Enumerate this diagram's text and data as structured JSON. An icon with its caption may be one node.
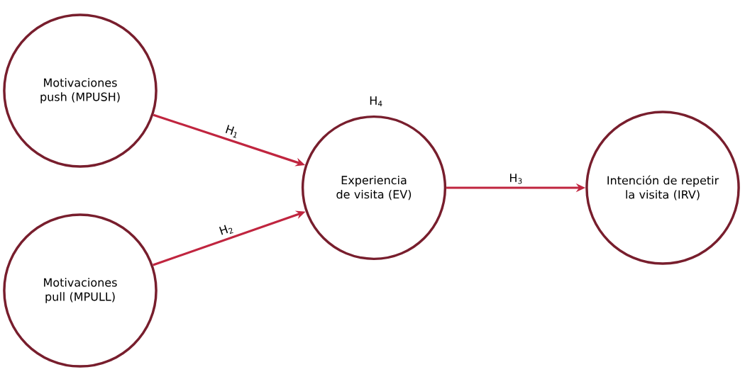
{
  "diagram": {
    "nodes": [
      {
        "text": [
          "Motivaciones push (MPUSH)"
        ]
      },
      {
        "text": [
          "Motivaciones pull (MPULL)"
        ]
      },
      {
        "text": [
          "Experiencia de visita (EV)"
        ]
      },
      {
        "text": [
          "Intención de repetir la visita (IRV)"
        ]
      }
    ],
    "edges": [
      {
        "from": 0,
        "to": 2,
        "arrow": "to",
        "label": "H$_{1}$"
      },
      {
        "from": 1,
        "to": 2,
        "arrow": "to",
        "label": "H$_{2}$"
      },
      {
        "from": 2,
        "to": 3,
        "arrow": "to",
        "label": "H$_{3}$"
      }
    ],
    "labels": [
      "H$_{4}$"
    ]
  }
}
